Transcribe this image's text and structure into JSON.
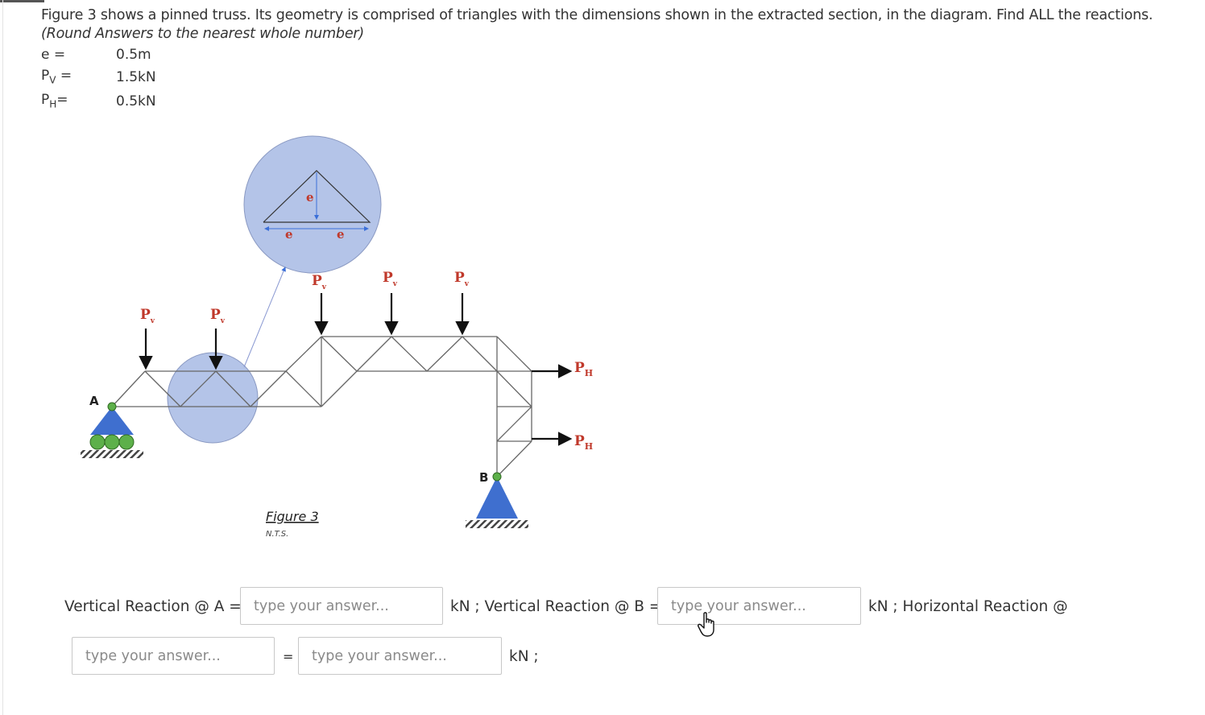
{
  "question": {
    "text": "Figure 3 shows a pinned truss. Its geometry is comprised of triangles with the dimensions shown in the extracted section, in the diagram. Find ALL the reactions.",
    "note": "(Round Answers to the nearest whole number)"
  },
  "params": [
    {
      "label": "e =",
      "value": "0.5m"
    },
    {
      "label": "P",
      "sub": "V",
      "suffix": " =",
      "value": "1.5kN"
    },
    {
      "label": "P",
      "sub": "H",
      "suffix": "=",
      "value": "0.5kN"
    }
  ],
  "figure": {
    "support_a": "A",
    "support_b": "B",
    "load_pv": "P",
    "load_pv_sub": "v",
    "load_ph": "P",
    "load_ph_sub": "H",
    "dim_e": "e",
    "caption": "Figure 3",
    "caption_sub": "N.T.S.",
    "colors": {
      "circle": "#b4c4e8",
      "support": "#3f6fcf",
      "roller": "#5db04a",
      "load_label": "#c0392b",
      "dim": "#3b6fd8"
    }
  },
  "answers": {
    "label_va": "Vertical Reaction @ A =",
    "unit_1": "kN ; Vertical Reaction @ B =",
    "unit_2": "kN ; Horizontal Reaction @",
    "equals": "=",
    "unit_3": "kN ;",
    "placeholder": "type your answer..."
  }
}
